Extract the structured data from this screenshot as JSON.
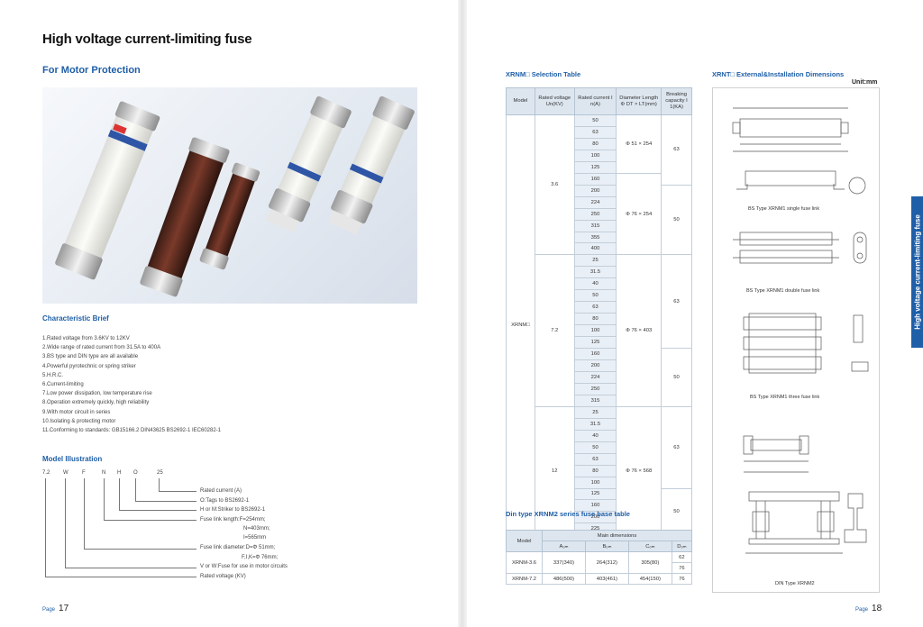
{
  "title": "High voltage current-limiting fuse",
  "subtitle": "For Motor Protection",
  "characteristic": {
    "heading": "Characteristic Brief",
    "items": [
      "1.Rated voltage from 3.6KV to 12KV",
      "2.Wide range of rated current from 31.5A to 400A",
      "3.BS type and DIN type are all available",
      "4.Powerful pyrotechnic or spring striker",
      "5.H.R.C.",
      "6.Current-limiting",
      "7.Low power dissipation, low temperature rise",
      "8.Operation extremely quickly, high reliability",
      "9.With motor circuit in series",
      "10.Isolating & protecting motor",
      "11.Conforming to standards: GB15166.2 DIN43625   BS2692-1 IEC60282-1"
    ]
  },
  "model_illustration": {
    "heading": "Model Illustration",
    "code": [
      "7.2",
      "W",
      "F",
      "N",
      "H",
      "O",
      "25"
    ],
    "labels": [
      "Rated current (A)",
      "O:Tags to BS2692-1",
      "H or M:Striker to BS2692-1",
      "Fuse link length:F=254mm;",
      "N=403mm;",
      "I=565mm",
      "Fuse link diameter:D=Φ 51mm;",
      "F,I,K=Φ 76mm;",
      "V or W:Fuse for use in motor circuits",
      "Rated voltage (KV)"
    ]
  },
  "selection_table": {
    "heading": "XRNM□ Selection Table",
    "headers": [
      "Model",
      "Rated voltage Un(KV)",
      "Rated current I n(A)",
      "Diameter Length Φ DT × LT(mm)",
      "Breaking capacity I 1(KA)"
    ],
    "model": "XRNM□",
    "groups": [
      {
        "voltage": "3.6",
        "currents": [
          "50",
          "63",
          "80",
          "100",
          "125",
          "160",
          "200",
          "224",
          "250",
          "315",
          "355",
          "400"
        ],
        "dims": [
          {
            "text": "Φ 51 × 254",
            "rows": 5
          },
          {
            "text": "Φ 76 × 254",
            "rows": 7
          }
        ],
        "breaking": [
          {
            "text": "63",
            "rows": 6
          },
          {
            "text": "50",
            "rows": 6
          }
        ]
      },
      {
        "voltage": "7.2",
        "currents": [
          "25",
          "31.5",
          "40",
          "50",
          "63",
          "80",
          "100",
          "125",
          "160",
          "200",
          "224",
          "250",
          "315"
        ],
        "dims": [
          {
            "text": "Φ 76 × 403",
            "rows": 13
          }
        ],
        "breaking": [
          {
            "text": "63",
            "rows": 8
          },
          {
            "text": "50",
            "rows": 5
          }
        ]
      },
      {
        "voltage": "12",
        "currents": [
          "25",
          "31.5",
          "40",
          "50",
          "63",
          "80",
          "100",
          "125",
          "160",
          "200",
          "225"
        ],
        "dims": [
          {
            "text": "Φ 76 × 568",
            "rows": 11
          }
        ],
        "breaking": [
          {
            "text": "63",
            "rows": 7
          },
          {
            "text": "50",
            "rows": 4
          }
        ]
      }
    ]
  },
  "din_table": {
    "heading": "Din type XRNM2 series fuse base table",
    "model_header": "Model",
    "main_header": "Main dimensions",
    "cols": [
      "A₀ₘ",
      "B₀ₘ",
      "C₀ₘ",
      "D₀ₘ"
    ],
    "rows": [
      {
        "model": "XRNM-3.6",
        "a": "337(340)",
        "b": "264(312)",
        "c": "305(80)",
        "d": [
          "62",
          "76"
        ]
      },
      {
        "model": "XRNM-7.2",
        "a": "486(500)",
        "b": "403(461)",
        "c": "454(150)",
        "d": [
          "76"
        ]
      }
    ]
  },
  "dimensions": {
    "heading": "XRNT□ External&Installation Dimensions",
    "unit": "Unit:mm",
    "captions": [
      "BS Type XRNM1 single fuse link",
      "BS Type XRNM1 double fuse link",
      "BS Type XRNM1 three fuse link",
      "DIN Type XRNM2"
    ]
  },
  "side_tab": "High voltage current-limiting fuse",
  "pages": {
    "left_word": "Page",
    "left_num": "17",
    "right_word": "Page",
    "right_num": "18"
  }
}
